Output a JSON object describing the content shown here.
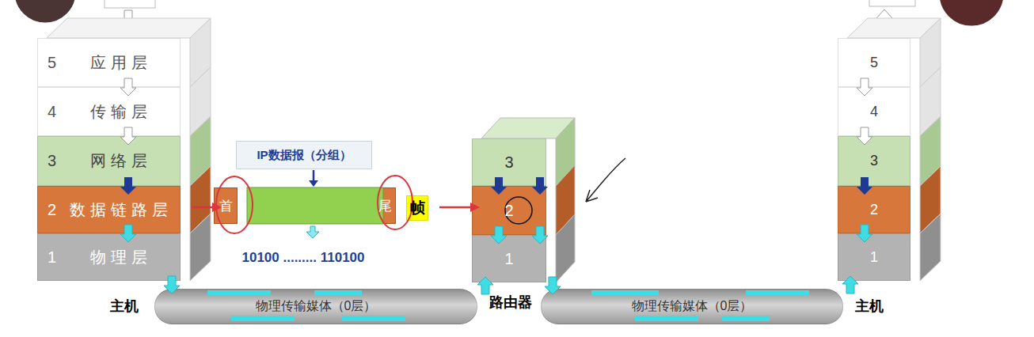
{
  "diagram": {
    "nodes": [
      {
        "text": [
          "5",
          "应用层"
        ]
      },
      {
        "text": [
          "4",
          "传输层"
        ]
      },
      {
        "text": [
          "3",
          "网络层"
        ]
      },
      {
        "text": [
          "2",
          "数据链路层"
        ]
      },
      {
        "text": [
          "1",
          "物理层"
        ]
      },
      {
        "text": [
          "首"
        ]
      },
      {
        "text": [
          "IP数据报（分组）"
        ]
      },
      {
        "text": [
          "尾"
        ]
      },
      {
        "text": [
          "帧"
        ]
      },
      {
        "text": [
          "3"
        ]
      },
      {
        "text": [
          "2"
        ]
      },
      {
        "text": [
          "1"
        ]
      },
      {
        "text": [
          "5"
        ]
      },
      {
        "text": [
          "4"
        ]
      },
      {
        "text": [
          "3"
        ]
      },
      {
        "text": [
          "2"
        ]
      },
      {
        "text": [
          "1"
        ]
      },
      {
        "text": [
          "物理传输媒体（0层）"
        ]
      },
      {
        "text": [
          "物理传输媒体（0层）"
        ]
      }
    ],
    "edges": [
      {
        "from": 0,
        "to": 1,
        "arrow": "to"
      },
      {
        "from": 1,
        "to": 2,
        "arrow": "to"
      },
      {
        "from": 2,
        "to": 3,
        "arrow": "to"
      },
      {
        "from": 3,
        "to": 4,
        "arrow": "to"
      },
      {
        "from": 4,
        "to": 17,
        "arrow": "to"
      },
      {
        "from": 17,
        "to": 11,
        "arrow": "to"
      },
      {
        "from": 11,
        "to": 10,
        "arrow": "to"
      },
      {
        "from": 10,
        "to": 9,
        "arrow": "to"
      },
      {
        "from": 9,
        "to": 10,
        "arrow": "to"
      },
      {
        "from": 10,
        "to": 11,
        "arrow": "to"
      },
      {
        "from": 11,
        "to": 18,
        "arrow": "to"
      },
      {
        "from": 18,
        "to": 16,
        "arrow": "to"
      },
      {
        "from": 16,
        "to": 15,
        "arrow": "to"
      },
      {
        "from": 15,
        "to": 14,
        "arrow": "to"
      },
      {
        "from": 14,
        "to": 13,
        "arrow": "to"
      },
      {
        "from": 13,
        "to": 12,
        "arrow": "to"
      },
      {
        "from": 3,
        "to": 5,
        "arrow": "to"
      },
      {
        "from": 8,
        "to": 10,
        "arrow": "to"
      }
    ],
    "labels": [
      "主机",
      "路由器",
      "主机",
      "10100 ......... 110100"
    ]
  }
}
